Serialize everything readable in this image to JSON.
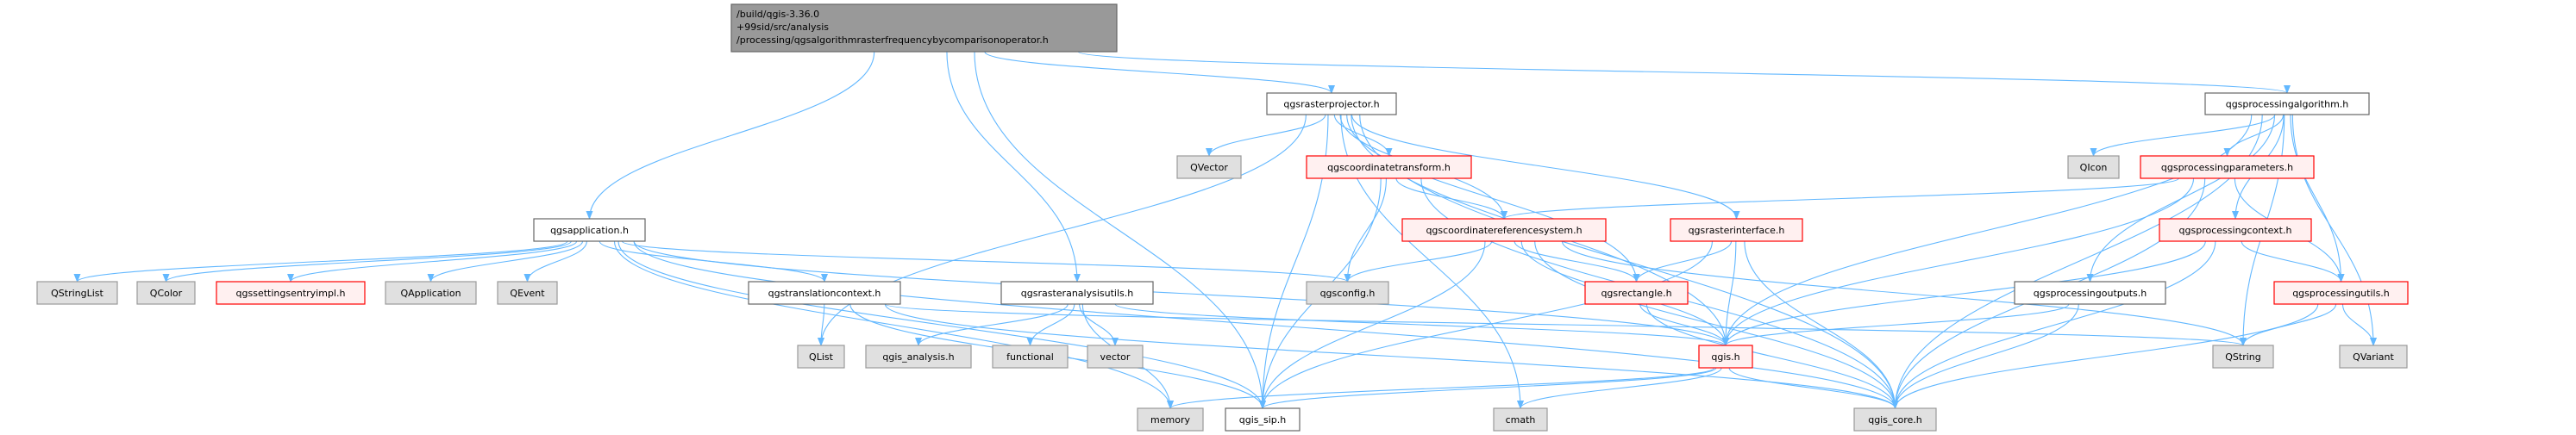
{
  "colors": {
    "edge": "#63b8ff",
    "root_fill": "#999999",
    "root_border": "#666666",
    "doc_fill": "#ffffff",
    "doc_border": "#666666",
    "external_fill": "#e0e0e0",
    "external_border": "#999999",
    "truncated_fill": "#fff0f0",
    "truncated_border": "#ff0000"
  },
  "nodes": [
    {
      "id": "root",
      "kind": "root",
      "lines": [
        "/build/qgis-3.36.0",
        "+99sid/src/analysis",
        "/processing/qgsalgorithmrasterfrequencybycomparisonoperator.h"
      ]
    },
    {
      "id": "qgsapplication",
      "kind": "doc",
      "label": "qgsapplication.h"
    },
    {
      "id": "QStringList",
      "kind": "external",
      "label": "QStringList"
    },
    {
      "id": "QColor",
      "kind": "external",
      "label": "QColor"
    },
    {
      "id": "qgssettingsentryimpl",
      "kind": "truncated",
      "label": "qgssettingsentryimpl.h"
    },
    {
      "id": "QApplication",
      "kind": "external",
      "label": "QApplication"
    },
    {
      "id": "QEvent",
      "kind": "external",
      "label": "QEvent"
    },
    {
      "id": "qgstranslationcontext",
      "kind": "doc",
      "label": "qgstranslationcontext.h"
    },
    {
      "id": "QList",
      "kind": "external",
      "label": "QList"
    },
    {
      "id": "qgsrasterprojector",
      "kind": "doc",
      "label": "qgsrasterprojector.h"
    },
    {
      "id": "QVector",
      "kind": "external",
      "label": "QVector"
    },
    {
      "id": "qgscoordinatetransform",
      "kind": "truncated",
      "label": "qgscoordinatetransform.h"
    },
    {
      "id": "qgscrs",
      "kind": "truncated",
      "label": "qgscoordinatereferencesystem.h"
    },
    {
      "id": "qgsrasterinterface",
      "kind": "truncated",
      "label": "qgsrasterinterface.h"
    },
    {
      "id": "qgsrasteranalysisutils",
      "kind": "doc",
      "label": "qgsrasteranalysisutils.h"
    },
    {
      "id": "qgsconfig",
      "kind": "external",
      "label": "qgsconfig.h"
    },
    {
      "id": "qgsrectangle",
      "kind": "truncated",
      "label": "qgsrectangle.h"
    },
    {
      "id": "qgis_analysis",
      "kind": "external",
      "label": "qgis_analysis.h"
    },
    {
      "id": "functional",
      "kind": "external",
      "label": "functional"
    },
    {
      "id": "vector",
      "kind": "external",
      "label": "vector"
    },
    {
      "id": "qgis",
      "kind": "truncated",
      "label": "qgis.h"
    },
    {
      "id": "memory",
      "kind": "external",
      "label": "memory"
    },
    {
      "id": "qgis_sip",
      "kind": "doc",
      "label": "qgis_sip.h"
    },
    {
      "id": "cmath",
      "kind": "external",
      "label": "cmath"
    },
    {
      "id": "qgsprocessingalgorithm",
      "kind": "doc",
      "label": "qgsprocessingalgorithm.h"
    },
    {
      "id": "QIcon",
      "kind": "external",
      "label": "QIcon"
    },
    {
      "id": "qgsprocessingparameters",
      "kind": "truncated",
      "label": "qgsprocessingparameters.h"
    },
    {
      "id": "qgsprocessingcontext",
      "kind": "truncated",
      "label": "qgsprocessingcontext.h"
    },
    {
      "id": "qgsprocessingoutputs",
      "kind": "doc",
      "label": "qgsprocessingoutputs.h"
    },
    {
      "id": "qgsprocessingutils",
      "kind": "truncated",
      "label": "qgsprocessingutils.h"
    },
    {
      "id": "QString",
      "kind": "external",
      "label": "QString"
    },
    {
      "id": "QVariant",
      "kind": "external",
      "label": "QVariant"
    },
    {
      "id": "qgis_core",
      "kind": "external",
      "label": "qgis_core.h"
    }
  ],
  "edges": [
    [
      "root",
      "qgsapplication"
    ],
    [
      "root",
      "qgis_sip"
    ],
    [
      "root",
      "qgsrasteranalysisutils"
    ],
    [
      "root",
      "qgsrasterprojector"
    ],
    [
      "root",
      "qgsprocessingalgorithm"
    ],
    [
      "qgsapplication",
      "QStringList"
    ],
    [
      "qgsapplication",
      "QColor"
    ],
    [
      "qgsapplication",
      "qgssettingsentryimpl"
    ],
    [
      "qgsapplication",
      "QApplication"
    ],
    [
      "qgsapplication",
      "QEvent"
    ],
    [
      "qgsapplication",
      "qgstranslationcontext"
    ],
    [
      "qgsapplication",
      "qgsconfig"
    ],
    [
      "qgsapplication",
      "memory"
    ],
    [
      "qgsapplication",
      "qgis_sip"
    ],
    [
      "qgsapplication",
      "qgis_core"
    ],
    [
      "qgsapplication",
      "qgis"
    ],
    [
      "qgstranslationcontext",
      "QList"
    ],
    [
      "qgstranslationcontext",
      "QString"
    ],
    [
      "qgstranslationcontext",
      "qgis_core"
    ],
    [
      "qgstranslationcontext",
      "qgis_sip"
    ],
    [
      "qgsrasteranalysisutils",
      "qgis_analysis"
    ],
    [
      "qgsrasteranalysisutils",
      "functional"
    ],
    [
      "qgsrasteranalysisutils",
      "vector"
    ],
    [
      "qgsrasteranalysisutils",
      "memory"
    ],
    [
      "qgsrasteranalysisutils",
      "qgis"
    ],
    [
      "qgsrasterprojector",
      "QVector"
    ],
    [
      "qgsrasterprojector",
      "qgscoordinatetransform"
    ],
    [
      "qgsrasterprojector",
      "qgscrs"
    ],
    [
      "qgsrasterprojector",
      "qgsrasterinterface"
    ],
    [
      "qgsrasterprojector",
      "qgsrectangle"
    ],
    [
      "qgsrasterprojector",
      "qgis_sip"
    ],
    [
      "qgsrasterprojector",
      "qgis_core"
    ],
    [
      "qgsrasterprojector",
      "cmath"
    ],
    [
      "qgsrasterprojector",
      "QList"
    ],
    [
      "qgsrasterprojector",
      "qgis"
    ],
    [
      "qgscoordinatetransform",
      "qgscrs"
    ],
    [
      "qgscoordinatetransform",
      "qgsconfig"
    ],
    [
      "qgscoordinatetransform",
      "qgis_sip"
    ],
    [
      "qgscoordinatetransform",
      "qgis_core"
    ],
    [
      "qgscrs",
      "qgsconfig"
    ],
    [
      "qgscrs",
      "qgsrectangle"
    ],
    [
      "qgscrs",
      "qgis"
    ],
    [
      "qgscrs",
      "qgis_sip"
    ],
    [
      "qgscrs",
      "qgis_core"
    ],
    [
      "qgscrs",
      "QString"
    ],
    [
      "qgsrasterinterface",
      "qgsrectangle"
    ],
    [
      "qgsrasterinterface",
      "qgis"
    ],
    [
      "qgsrasterinterface",
      "qgis_core"
    ],
    [
      "qgsrasterinterface",
      "qgis_sip"
    ],
    [
      "qgsrectangle",
      "qgis"
    ],
    [
      "qgsrectangle",
      "qgis_core"
    ],
    [
      "qgis",
      "qgis_sip"
    ],
    [
      "qgis",
      "cmath"
    ],
    [
      "qgis",
      "qgis_core"
    ],
    [
      "qgis",
      "memory"
    ],
    [
      "qgsprocessingalgorithm",
      "QIcon"
    ],
    [
      "qgsprocessingalgorithm",
      "qgsprocessingparameters"
    ],
    [
      "qgsprocessingalgorithm",
      "qgsprocessingcontext"
    ],
    [
      "qgsprocessingalgorithm",
      "qgsprocessingoutputs"
    ],
    [
      "qgsprocessingalgorithm",
      "qgsprocessingutils"
    ],
    [
      "qgsprocessingalgorithm",
      "QString"
    ],
    [
      "qgsprocessingalgorithm",
      "QVariant"
    ],
    [
      "qgsprocessingalgorithm",
      "qgis"
    ],
    [
      "qgsprocessingalgorithm",
      "qgis_core"
    ],
    [
      "qgsprocessingparameters",
      "qgscrs"
    ],
    [
      "qgsprocessingparameters",
      "qgis"
    ],
    [
      "qgsprocessingparameters",
      "qgsprocessingutils"
    ],
    [
      "qgsprocessingparameters",
      "qgis_core"
    ],
    [
      "qgsprocessingcontext",
      "qgis"
    ],
    [
      "qgsprocessingcontext",
      "qgsprocessingutils"
    ],
    [
      "qgsprocessingcontext",
      "qgis_core"
    ],
    [
      "qgsprocessingoutputs",
      "qgis"
    ],
    [
      "qgsprocessingoutputs",
      "qgis_core"
    ],
    [
      "qgsprocessingutils",
      "QString"
    ],
    [
      "qgsprocessingutils",
      "QVariant"
    ],
    [
      "qgsprocessingutils",
      "qgis_core"
    ]
  ]
}
